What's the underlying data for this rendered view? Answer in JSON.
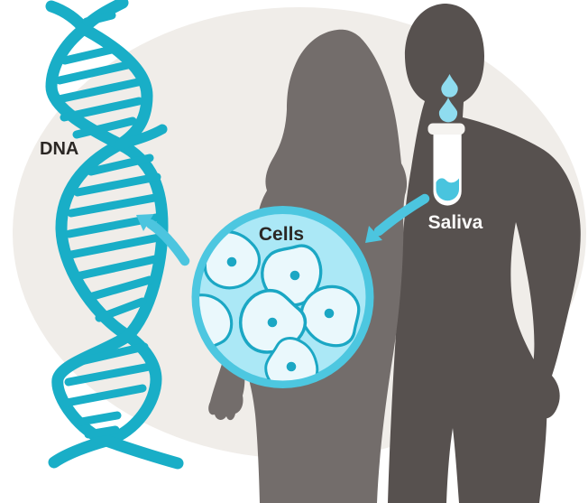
{
  "illustration": {
    "name": "saliva-to-cells-to-dna-process",
    "labels": {
      "dna": "DNA",
      "cells": "Cells",
      "saliva": "Saliva"
    },
    "flow": [
      "saliva",
      "cells",
      "dna"
    ],
    "figures": [
      "female-back-silhouette",
      "male-back-silhouette"
    ],
    "icons": [
      "dna-helix-icon",
      "cells-magnifier-circle-icon",
      "saliva-test-tube-icon",
      "saliva-droplet-icon",
      "curved-arrow-icon"
    ],
    "colors": {
      "dna_helix": "#19AEC7",
      "arrow": "#4CC5DF",
      "cells_circle_ring": "#4DC7E0",
      "cells_circle_fill": "#ABE8F6",
      "cell_body": "#EAF8FC",
      "cell_outline": "#1BA7C4",
      "cell_nucleus": "#1BA7C4",
      "droplet": "#8FDCEF",
      "saliva_liquid": "#49C4DE",
      "test_tube_body": "#FFFFFF",
      "test_tube_rim": "#F5F3F0",
      "background_blob": "#F0EDE9",
      "female_silhouette": "#736D6B",
      "male_silhouette": "#57514F",
      "label_dark": "#2B2724",
      "label_light": "#FBFAF9"
    }
  }
}
